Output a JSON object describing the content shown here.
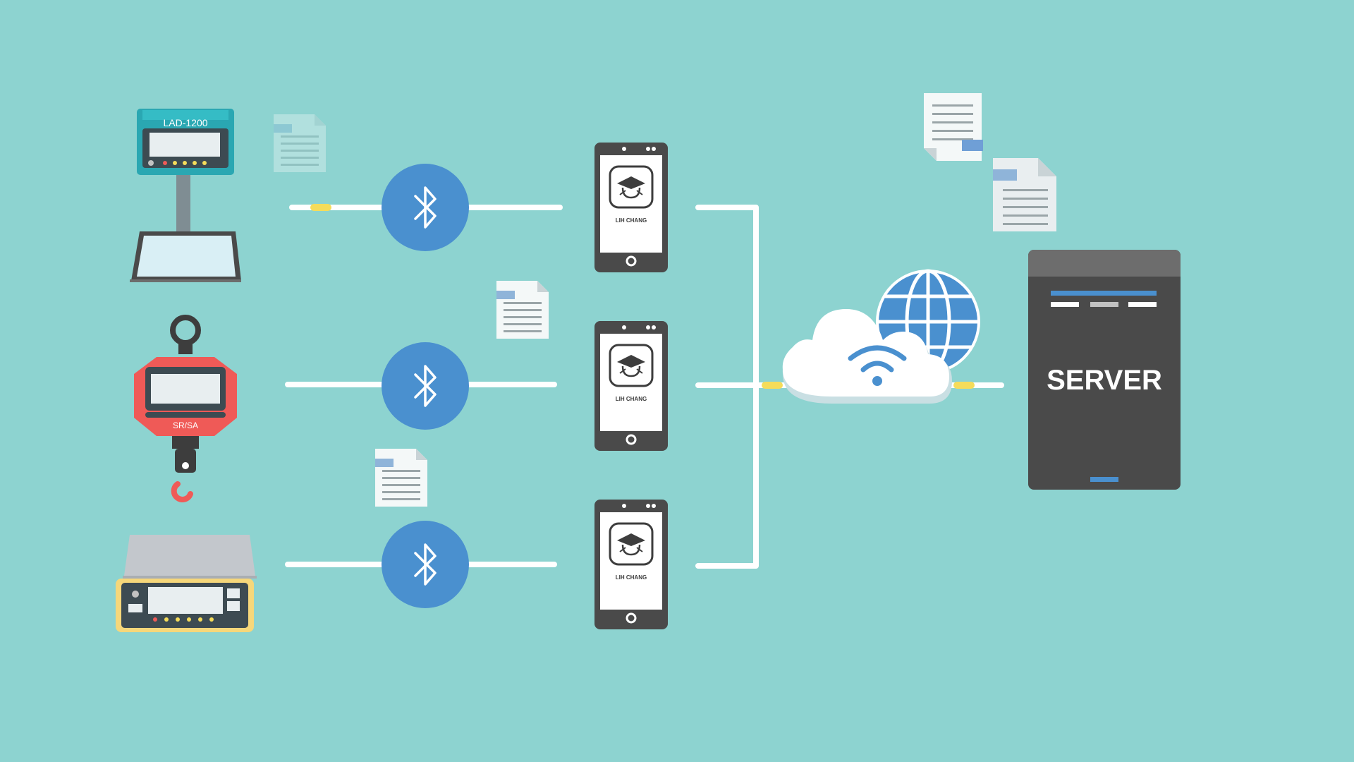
{
  "devices": {
    "bench_scale": {
      "model": "LAD-1200"
    },
    "crane_scale": {
      "model": "SR/SA"
    },
    "counting_scale": {
      "model": ""
    }
  },
  "phones": {
    "app_name": "LIH CHANG"
  },
  "server": {
    "label": "SERVER"
  },
  "icons": {
    "bluetooth": "bluetooth-icon",
    "cloud": "cloud-icon",
    "wifi": "wifi-icon",
    "globe": "globe-icon",
    "document": "document-icon",
    "app": "graduation-cap-cat-icon"
  },
  "colors": {
    "background": "#8dd3d0",
    "bluetooth_blue": "#4a90cf",
    "connector_yellow": "#f5dc5a",
    "server_dark": "#4a4a4a",
    "phone_dark": "#4a4a4a",
    "crane_red": "#ef5a57",
    "teal_scale": "#2aa7b2",
    "yellow_scale": "#f6d77a"
  }
}
